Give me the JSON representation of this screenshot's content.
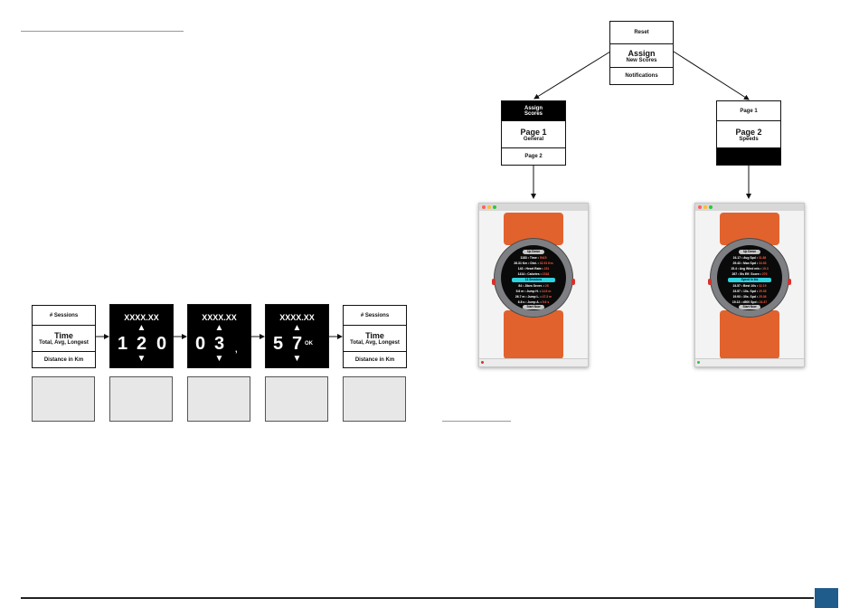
{
  "top_menu": {
    "reset": "Reset",
    "assign": "Assign",
    "new_scores": "New Scores",
    "notifications": "Notifications"
  },
  "left_menu": {
    "assign_scores_1": "Assign",
    "assign_scores_2": "Scores",
    "page1": "Page 1",
    "general": "General",
    "page2": "Page 2"
  },
  "right_menu": {
    "page1": "Page 1",
    "page2": "Page 2",
    "speeds": "Speeds"
  },
  "sessions_card": {
    "title": "# Sessions",
    "time": "Time",
    "sub": "Total, Avg, Longest",
    "distance": "Distance in Km"
  },
  "pickers": [
    {
      "header": "XXXX.XX",
      "digits": [
        "1",
        "2",
        "0"
      ],
      "ok": ""
    },
    {
      "header": "XXXX.XX",
      "digits": [
        "0",
        "3",
        ","
      ],
      "ok": ""
    },
    {
      "header": "XXXX.XX",
      "digits": [
        "5",
        "7",
        ""
      ],
      "ok": "OK"
    }
  ],
  "watch_left": {
    "header": "Up Down",
    "lines": [
      {
        "w": "1183",
        "k": "Time",
        "r": "5h15"
      },
      {
        "w": "26.31 Km",
        "k": "Dist.",
        "r": "32.91 Km"
      },
      {
        "w": "143",
        "k": "Heart Rate",
        "r": "151"
      },
      {
        "w": "1414",
        "k": "Calories",
        "r": "1518"
      }
    ],
    "highlight": "13 Sessions",
    "lines2": [
      {
        "w": "84",
        "k": "Jibes Sever.",
        "r": "28"
      },
      {
        "w": "5.6 m",
        "k": "Jump H.",
        "r": "14.5 m"
      },
      {
        "w": "26.7 m",
        "k": "Jump L.",
        "r": "47.3 m"
      },
      {
        "w": "6.8 s",
        "k": "Jump A.",
        "r": "5.6 s"
      }
    ],
    "footer": "Start Now"
  },
  "watch_right": {
    "header": "Up Down",
    "lines": [
      {
        "w": "24.17",
        "k": "Avg Spd",
        "r": "31.88"
      },
      {
        "w": "29.43",
        "k": "Max Spd",
        "r": "34.93"
      },
      {
        "w": "15.4",
        "k": "Avg Wind m/s",
        "r": "15.3"
      },
      {
        "w": "267",
        "k": "5/s Eff. Score",
        "r": "270"
      }
    ],
    "highlight": "Speed In kts",
    "lines2": [
      {
        "w": "24.57",
        "k": "Best 10s",
        "r": "32.19"
      },
      {
        "w": "23.57",
        "k": "10s. Spd",
        "r": "29.35"
      },
      {
        "w": "19.93",
        "k": "30s. Spd",
        "r": "25.36"
      },
      {
        "w": "19.13",
        "k": "d500 Spd",
        "r": "24.37"
      }
    ],
    "footer": "Start Now"
  },
  "colors": {
    "accent": "#1f5c8b",
    "strap": "#e2622d",
    "highlight": "#2fd3dd"
  }
}
